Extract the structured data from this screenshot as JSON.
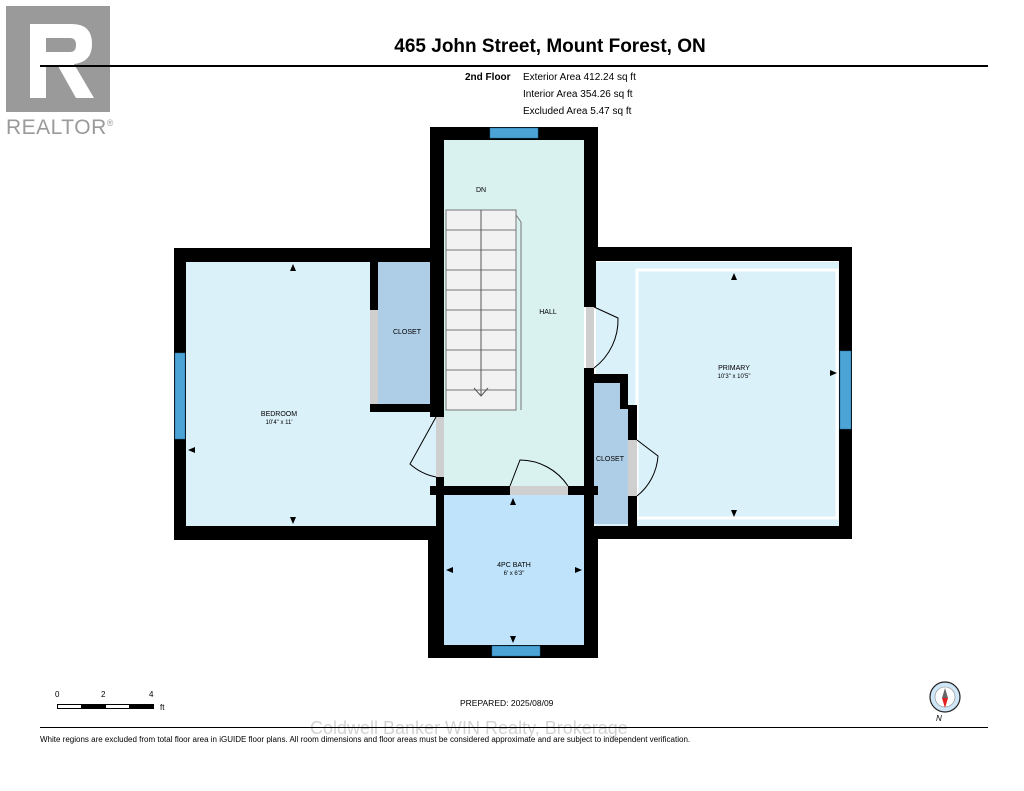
{
  "logo": {
    "text": "REALTOR",
    "mark": "®"
  },
  "header": {
    "title": "465 John Street, Mount Forest, ON"
  },
  "summary": {
    "floor": "2nd Floor",
    "exterior": "Exterior Area 412.24 sq ft",
    "interior": "Interior Area 354.26 sq ft",
    "excluded": "Excluded Area 5.47 sq ft"
  },
  "rooms": {
    "bedroom": {
      "name": "BEDROOM",
      "dims": "10'4\" x 11'"
    },
    "closet_left": {
      "name": "CLOSET"
    },
    "hall": {
      "name": "HALL"
    },
    "stairs": {
      "label": "DN"
    },
    "primary": {
      "name": "PRIMARY",
      "dims": "10'3\" x 10'5\""
    },
    "closet_right": {
      "name": "CLOSET"
    },
    "bath": {
      "name": "4PC BATH",
      "dims": "6' x 6'3\""
    }
  },
  "scale": {
    "ticks": [
      "0",
      "2",
      "4"
    ],
    "unit": "ft"
  },
  "compass": {
    "label": "N"
  },
  "prepared": "PREPARED: 2025/08/09",
  "watermark": "Coldwell Banker WIN Realty, Brokerage",
  "footer": "White regions are excluded from total floor area in iGUIDE floor plans. All room dimensions and floor areas must be considered approximate and are subject to independent verification.",
  "colors": {
    "hall": "#d9f2ef",
    "room": "#dbf1fa",
    "closet": "#aecde6",
    "bath": "#bfe3fb",
    "window": "#4ba3d6",
    "wall": "#000000"
  }
}
